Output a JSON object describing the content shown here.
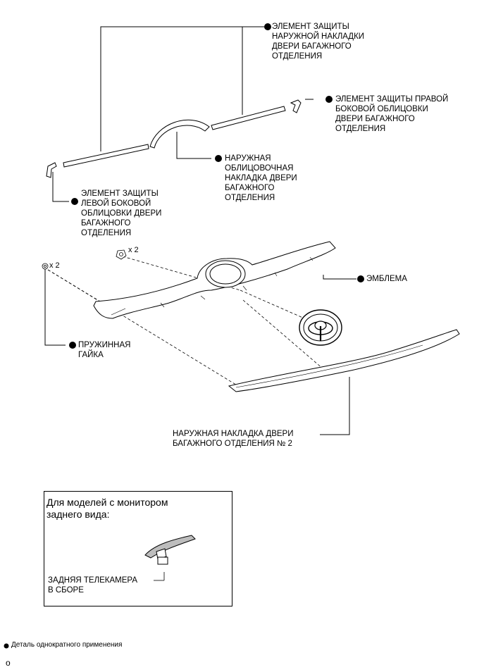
{
  "labels": {
    "outer_garnish_protector": "ЭЛЕМЕНТ ЗАЩИТЫ\nНАРУЖНОЙ НАКЛАДКИ\nДВЕРИ БАГАЖНОГО\nОТДЕЛЕНИЯ",
    "right_side_protector": "ЭЛЕМЕНТ ЗАЩИТЫ ПРАВОЙ\nБОКОВОЙ ОБЛИЦОВКИ\nДВЕРИ БАГАЖНОГО\nОТДЕЛЕНИЯ",
    "outer_garnish": "НАРУЖНАЯ\nОБЛИЦОВОЧНАЯ\nНАКЛАДКА ДВЕРИ\nБАГАЖНОГО\nОТДЕЛЕНИЯ",
    "left_side_protector": "ЭЛЕМЕНТ ЗАЩИТЫ\nЛЕВОЙ БОКОВОЙ\nОБЛИЦОВКИ ДВЕРИ\nБАГАЖНОГО\nОТДЕЛЕНИЯ",
    "emblem": "ЭМБЛЕМА",
    "spring_nut": "ПРУЖИННАЯ\nГАЙКА",
    "outer_garnish_no2": "НАРУЖНАЯ НАКЛАДКА ДВЕРИ\nБАГАЖНОГО ОТДЕЛЕНИЯ № 2",
    "clip_qty": "x 2",
    "nut_qty": "x 2"
  },
  "inset": {
    "title": "Для моделей с монитором\nзаднего вида:",
    "camera_label": "ЗАДНЯЯ ТЕЛЕКАМЕРА\nВ СБОРЕ"
  },
  "legend": {
    "text": "Деталь однократного применения"
  },
  "footer_mark": "o",
  "colors": {
    "line": "#000000",
    "part_fill": "#ffffff",
    "part_shade": "#bdbdbd"
  }
}
